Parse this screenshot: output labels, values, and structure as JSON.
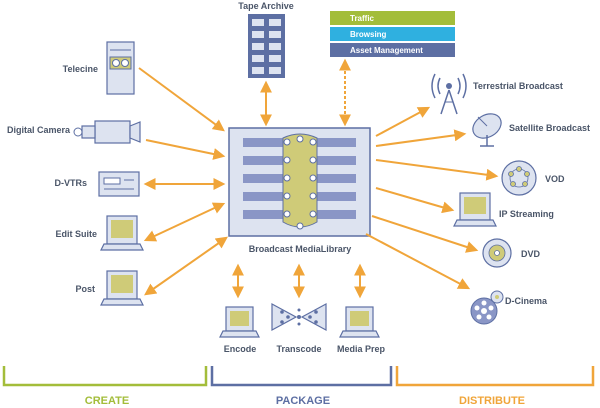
{
  "labels": {
    "tape_archive": "Tape Archive",
    "telecine": "Telecine",
    "digital_camera": "Digital Camera",
    "dvtrs": "D-VTRs",
    "edit_suite": "Edit Suite",
    "post": "Post",
    "library": "Broadcast MediaLibrary",
    "encode": "Encode",
    "transcode": "Transcode",
    "media_prep": "Media Prep",
    "terrestrial": "Terrestrial Broadcast",
    "satellite": "Satellite Broadcast",
    "vod": "VOD",
    "ip_streaming": "IP Streaming",
    "dvd": "DVD",
    "dcinema": "D-Cinema"
  },
  "top_bars": [
    {
      "label": "Traffic",
      "color": "#a3bd3a"
    },
    {
      "label": "Browsing",
      "color": "#2fb0e0"
    },
    {
      "label": "Asset Management",
      "color": "#5d6fa3"
    }
  ],
  "sections": {
    "create": {
      "label": "CREATE",
      "color": "#a3bd3a"
    },
    "package": {
      "label": "PACKAGE",
      "color": "#5d6fa3"
    },
    "distribute": {
      "label": "DISTRIBUTE",
      "color": "#f0a53a"
    }
  },
  "colors": {
    "arrow": "#f0a53a",
    "device_fill": "#dde3f0",
    "device_outline": "#5d6fa3",
    "screen": "#cfcb78",
    "label_text": "#4a5568"
  }
}
